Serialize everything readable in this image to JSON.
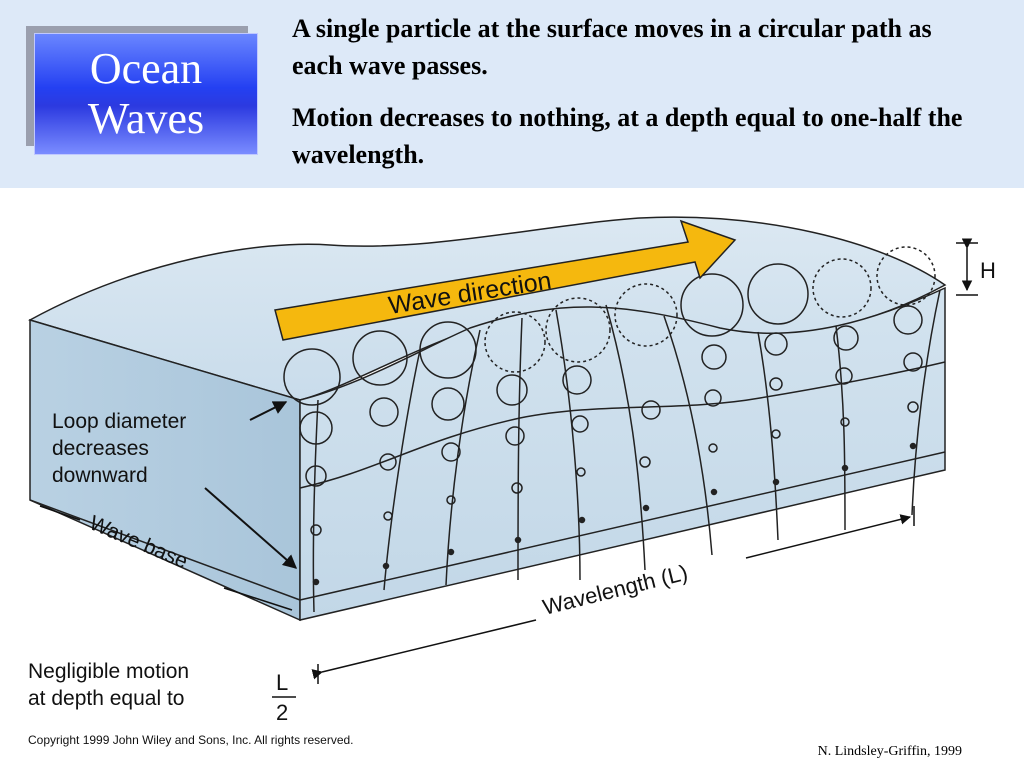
{
  "title": {
    "line1": "Ocean",
    "line2": "Waves"
  },
  "bullets": [
    "A single particle at the surface moves in a circular path as each wave passes.",
    "Motion decreases to nothing, at a depth equal to one-half the wavelength."
  ],
  "diagram": {
    "wave_direction": "Wave direction",
    "height_symbol": "H",
    "loop_label": [
      "Loop diameter",
      "decreases",
      "downward"
    ],
    "wave_base": "Wave base",
    "wavelength": "Wavelength (L)",
    "negligible_label": [
      "Negligible motion",
      "at depth equal to"
    ],
    "fraction_numerator": "L",
    "fraction_denominator": "2",
    "copyright": "Copyright 1999 John Wiley and Sons, Inc. All rights reserved."
  },
  "credit": "N. Lindsley-Griffin, 1999",
  "colors": {
    "header_bg": "#dde9f8",
    "title_box": "#2c3ae0",
    "arrow_fill": "#f5b80e",
    "water": "#c6dbe9"
  }
}
